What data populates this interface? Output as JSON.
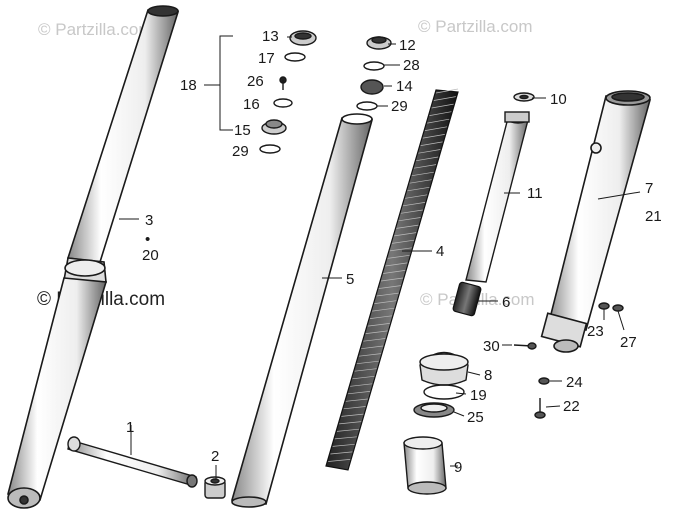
{
  "watermarks": {
    "top_left": "© Partzilla.com",
    "top_right": "© Partzilla.com",
    "middle_left": "© Partzilla.com",
    "middle_right": "© Partzilla.com"
  },
  "callouts": {
    "p1": "1",
    "p2": "2",
    "p3": "3",
    "p20": "20",
    "p3_sep": "•",
    "p4": "4",
    "p5": "5",
    "p6": "6",
    "p7": "7",
    "p21": "21",
    "p8": "8",
    "p9": "9",
    "p10": "10",
    "p11": "11",
    "p12": "12",
    "p13": "13",
    "p14": "14",
    "p15": "15",
    "p16": "16",
    "p17": "17",
    "p18": "18",
    "p19": "19",
    "p22": "22",
    "p23": "23",
    "p24": "24",
    "p25": "25",
    "p26": "26",
    "p27": "27",
    "p28": "28",
    "p29a": "29",
    "p29b": "29",
    "p30": "30"
  },
  "colors": {
    "ink": "#1a1a1a",
    "watermark": "#c8c8c8",
    "spring": "#2a2a2a"
  }
}
